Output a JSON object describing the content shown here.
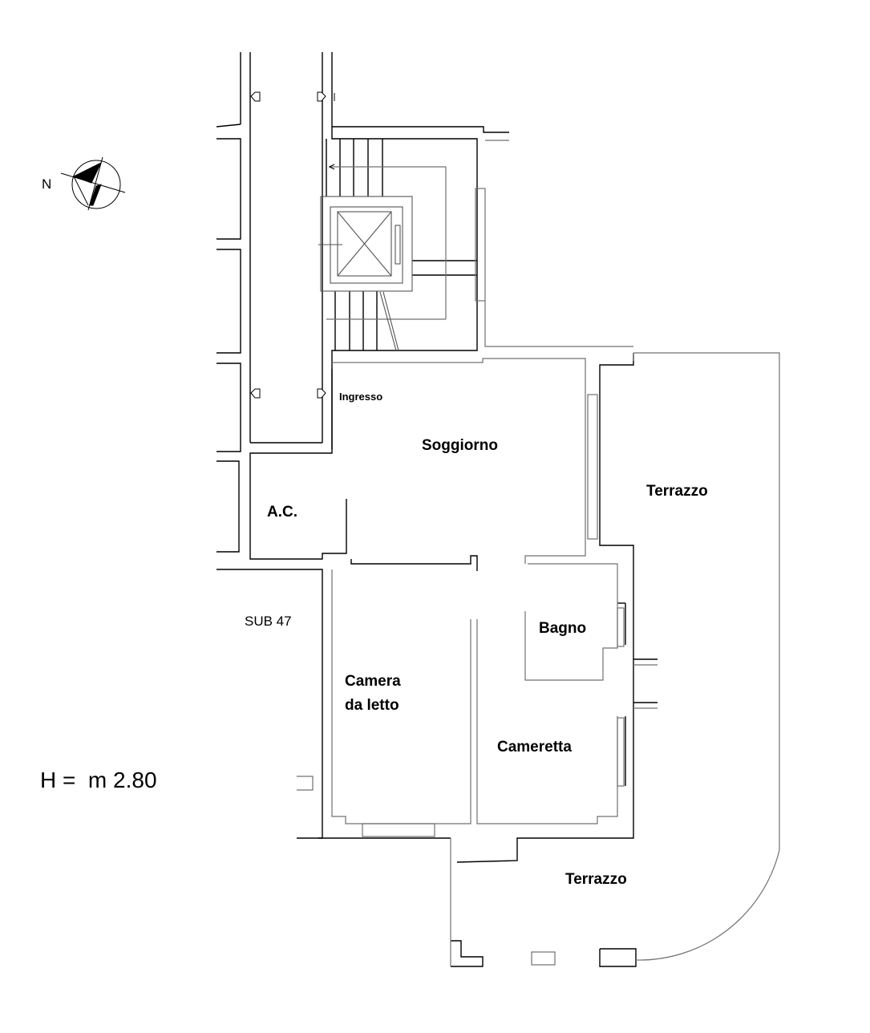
{
  "compass": {
    "north_label": "N"
  },
  "rooms": {
    "ingresso": "Ingresso",
    "soggiorno": "Soggiorno",
    "ac": "A.C.",
    "bagno": "Bagno",
    "camera_line1": "Camera",
    "camera_line2": "da letto",
    "cameretta": "Cameretta",
    "terrazzo_east": "Terrazzo",
    "terrazzo_south": "Terrazzo"
  },
  "neighbor_unit": "SUB 47",
  "ceiling_height": "H =  m 2.80",
  "colors": {
    "wall_primary": "#000000",
    "wall_secondary": "#707070"
  }
}
